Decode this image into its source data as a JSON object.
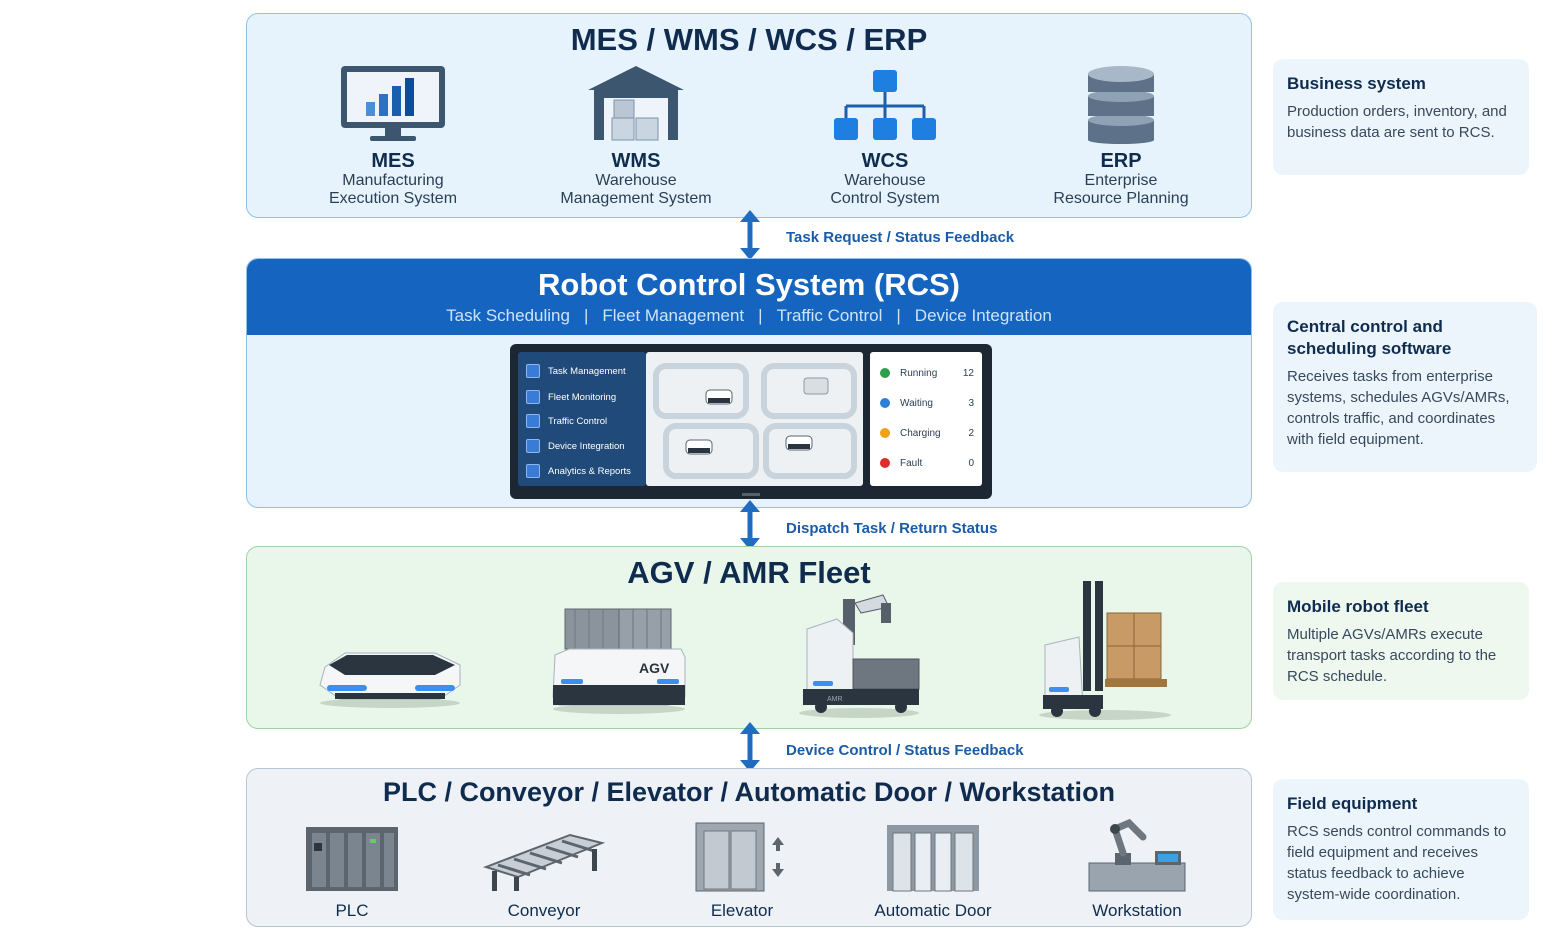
{
  "business_layer": {
    "title": "MES / WMS / WCS / ERP",
    "systems": [
      {
        "abbr": "MES",
        "line1": "Manufacturing",
        "line2": "Execution System",
        "icon": "monitor-chart-icon"
      },
      {
        "abbr": "WMS",
        "line1": "Warehouse",
        "line2": "Management System",
        "icon": "warehouse-icon"
      },
      {
        "abbr": "WCS",
        "line1": "Warehouse",
        "line2": "Control System",
        "icon": "hierarchy-icon"
      },
      {
        "abbr": "ERP",
        "line1": "Enterprise",
        "line2": "Resource Planning",
        "icon": "database-icon"
      }
    ]
  },
  "connectors": {
    "c1": "Task Request / Status Feedback",
    "c2": "Dispatch Task / Return Status",
    "c3": "Device Control / Status Feedback"
  },
  "rcs_layer": {
    "title": "Robot Control System (RCS)",
    "functions": [
      "Task Scheduling",
      "Fleet Management",
      "Traffic Control",
      "Device Integration"
    ],
    "separator": "|",
    "menu": [
      "Task Management",
      "Fleet Monitoring",
      "Traffic Control",
      "Device Integration",
      "Analytics & Reports"
    ],
    "status": [
      {
        "label": "Running",
        "count": "12",
        "color": "#2e9e4a"
      },
      {
        "label": "Waiting",
        "count": "3",
        "color": "#2f7fd8"
      },
      {
        "label": "Charging",
        "count": "2",
        "color": "#f2a218"
      },
      {
        "label": "Fault",
        "count": "0",
        "color": "#e02b2b"
      }
    ],
    "agv_body_label": "AGV",
    "amr_body_label": "AMR"
  },
  "fleet_layer": {
    "title": "AGV / AMR Fleet"
  },
  "field_layer": {
    "title": "PLC / Conveyor / Elevator / Automatic Door / Workstation",
    "equipment": [
      "PLC",
      "Conveyor",
      "Elevator",
      "Automatic Door",
      "Workstation"
    ]
  },
  "cards": [
    {
      "title": "Business system",
      "text": "Production orders, inventory, and business data are sent to RCS."
    },
    {
      "title": "Central control and scheduling software",
      "text": "Receives tasks from enterprise systems, schedules AGVs/AMRs, controls traffic, and coordinates with field equipment."
    },
    {
      "title": "Mobile robot fleet",
      "text": "Multiple AGVs/AMRs execute transport tasks according to the RCS schedule."
    },
    {
      "title": "Field equipment",
      "text": "RCS sends control commands to field equipment and receives status feedback to achieve system-wide coordination."
    }
  ]
}
